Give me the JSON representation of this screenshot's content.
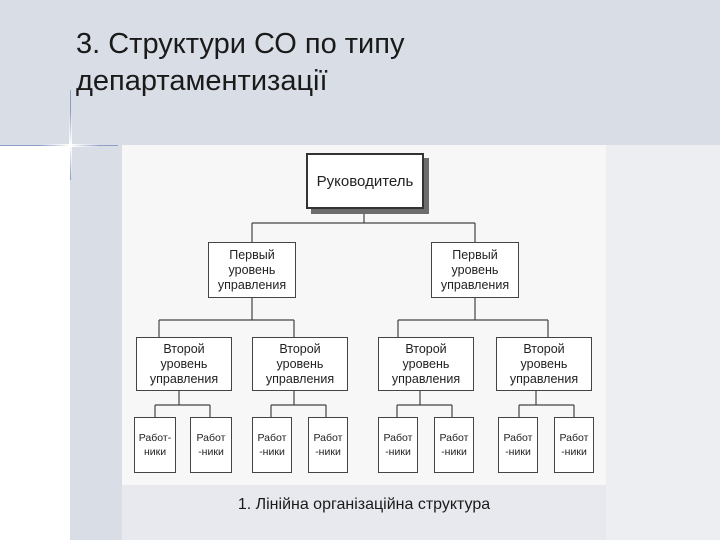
{
  "slide": {
    "title_line1": "3. Структури СО по типу",
    "title_line2": "департаментизації",
    "caption": "1. Лінійна організаційна структура"
  },
  "diagram": {
    "head": "Руководитель",
    "level1": [
      "Первый\nуровень\nуправления",
      "Первый\nуровень\nуправления"
    ],
    "level2": [
      "Второй\nуровень\nуправления",
      "Второй\nуровень\nуправления",
      "Второй\nуровень\nуправления",
      "Второй\nуровень\nуправления"
    ],
    "workers": [
      "Работ-\nники",
      "Работ\n-ники",
      "Работ\n-ники",
      "Работ\n-ники",
      "Работ\n-ники",
      "Работ\n-ники",
      "Работ\n-ники",
      "Работ\n-ники"
    ]
  }
}
